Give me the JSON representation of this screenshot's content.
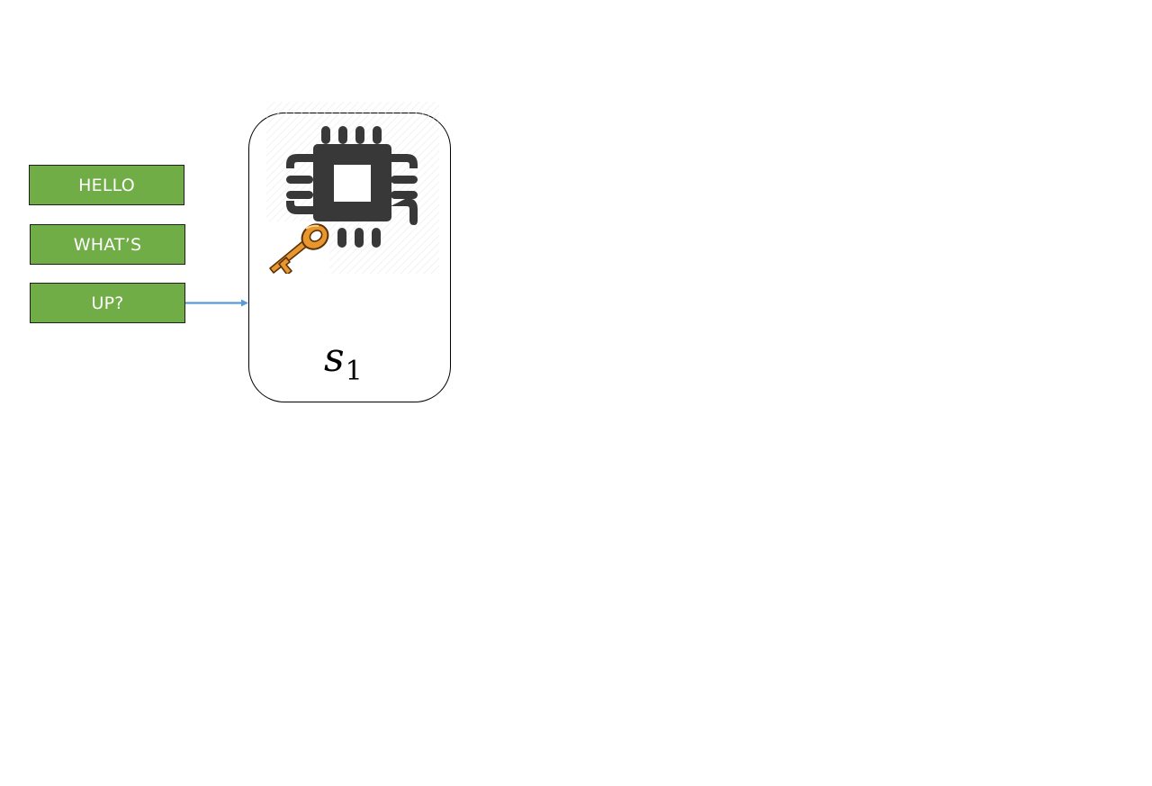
{
  "messages": [
    {
      "text": "HELLO"
    },
    {
      "text": "WHAT’S"
    },
    {
      "text": "UP?"
    }
  ],
  "node": {
    "var": "s",
    "sub": "1",
    "icons": [
      "chip-icon",
      "key-icon"
    ]
  },
  "colors": {
    "message_fill": "#70ad47",
    "message_text": "#ffffff",
    "arrow": "#5b9bd5",
    "chip": "#383838",
    "key": "#e8962e"
  }
}
